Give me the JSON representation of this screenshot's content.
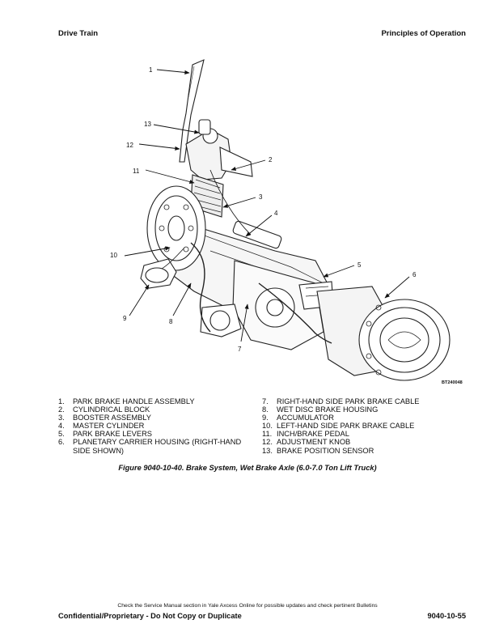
{
  "header": {
    "left": "Drive Train",
    "right": "Principles of Operation"
  },
  "figure": {
    "id": "BT240048",
    "callouts": [
      "1",
      "2",
      "3",
      "4",
      "5",
      "6",
      "7",
      "8",
      "9",
      "10",
      "11",
      "12",
      "13"
    ]
  },
  "legend": {
    "col1": [
      {
        "num": "1.",
        "text": "PARK BRAKE HANDLE ASSEMBLY"
      },
      {
        "num": "2.",
        "text": "CYLINDRICAL BLOCK"
      },
      {
        "num": "3.",
        "text": "BOOSTER ASSEMBLY"
      },
      {
        "num": "4.",
        "text": "MASTER CYLINDER"
      },
      {
        "num": "5.",
        "text": "PARK BRAKE LEVERS"
      },
      {
        "num": "6.",
        "text": "PLANETARY CARRIER HOUSING (RIGHT-HAND SIDE SHOWN)"
      }
    ],
    "col2": [
      {
        "num": "7.",
        "text": "RIGHT-HAND SIDE PARK BRAKE CABLE"
      },
      {
        "num": "8.",
        "text": "WET DISC BRAKE HOUSING"
      },
      {
        "num": "9.",
        "text": "ACCUMULATOR"
      },
      {
        "num": "10.",
        "text": "LEFT-HAND SIDE PARK BRAKE CABLE"
      },
      {
        "num": "11.",
        "text": "INCH/BRAKE PEDAL"
      },
      {
        "num": "12.",
        "text": "ADJUSTMENT KNOB"
      },
      {
        "num": "13.",
        "text": "BRAKE POSITION SENSOR"
      }
    ]
  },
  "caption": "Figure 9040-10-40. Brake System, Wet Brake Axle (6.0-7.0 Ton Lift Truck)",
  "footnote": "Check the Service Manual section in Yale Axcess Online for possible updates and check pertinent Bulletins",
  "footer": {
    "left": "Confidential/Proprietary - Do Not Copy or Duplicate",
    "right": "9040-10-55"
  }
}
